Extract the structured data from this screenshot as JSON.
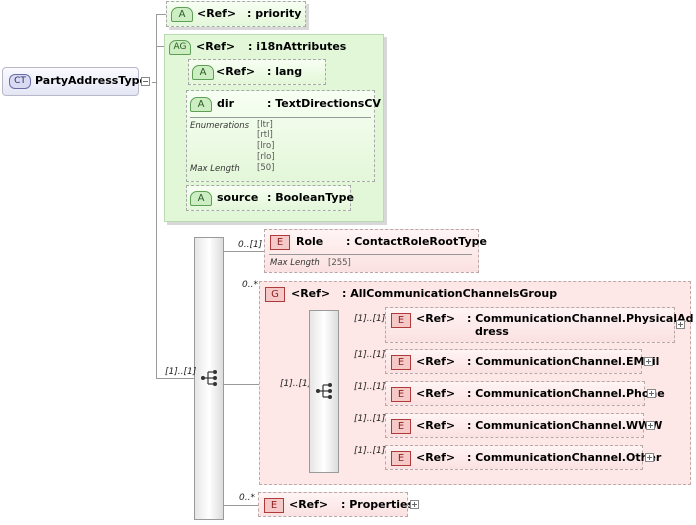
{
  "root": {
    "badge": "CT",
    "name": "PartyAddressType"
  },
  "priority": {
    "badge": "A",
    "ref": "<Ref>",
    "type": ": priority"
  },
  "i18n": {
    "badge": "AG",
    "ref": "<Ref>",
    "type": ": i18nAttributes"
  },
  "lang": {
    "badge": "A",
    "ref": "<Ref>",
    "type": ": lang"
  },
  "dir": {
    "badge": "A",
    "name": "dir",
    "type": ": TextDirectionsCV",
    "enum_label": "Enumerations",
    "enum_values": [
      "[ltr]",
      "[rtl]",
      "[lro]",
      "[rlo]"
    ],
    "maxlen_label": "Max Length",
    "maxlen_value": "[50]"
  },
  "source": {
    "badge": "A",
    "name": "source",
    "type": ": BooleanType"
  },
  "role": {
    "badge": "E",
    "name": "Role",
    "type": ": ContactRoleRootType",
    "maxlen_label": "Max Length",
    "maxlen_value": "[255]",
    "card": "0..[1]"
  },
  "group": {
    "badge": "G",
    "ref": "<Ref>",
    "type": ": AllCommunicationChannelsGroup",
    "card": "0..*"
  },
  "main_seq_card": "[1]..[1]",
  "inner_seq_card": "[1]..[1]",
  "channels": [
    {
      "badge": "E",
      "ref": "<Ref>",
      "type_l1": ": CommunicationChannel.PhysicalAd",
      "type_l2": "dress",
      "card": "[1]..[1]"
    },
    {
      "badge": "E",
      "ref": "<Ref>",
      "type_l1": ": CommunicationChannel.EMail",
      "card": "[1]..[1]"
    },
    {
      "badge": "E",
      "ref": "<Ref>",
      "type_l1": ": CommunicationChannel.Phone",
      "card": "[1]..[1]"
    },
    {
      "badge": "E",
      "ref": "<Ref>",
      "type_l1": ": CommunicationChannel.WWW",
      "card": "[1]..[1]"
    },
    {
      "badge": "E",
      "ref": "<Ref>",
      "type_l1": ": CommunicationChannel.Other",
      "card": "[1]..[1]"
    }
  ],
  "properties": {
    "badge": "E",
    "ref": "<Ref>",
    "type": ": Properties",
    "card": "0..*"
  }
}
